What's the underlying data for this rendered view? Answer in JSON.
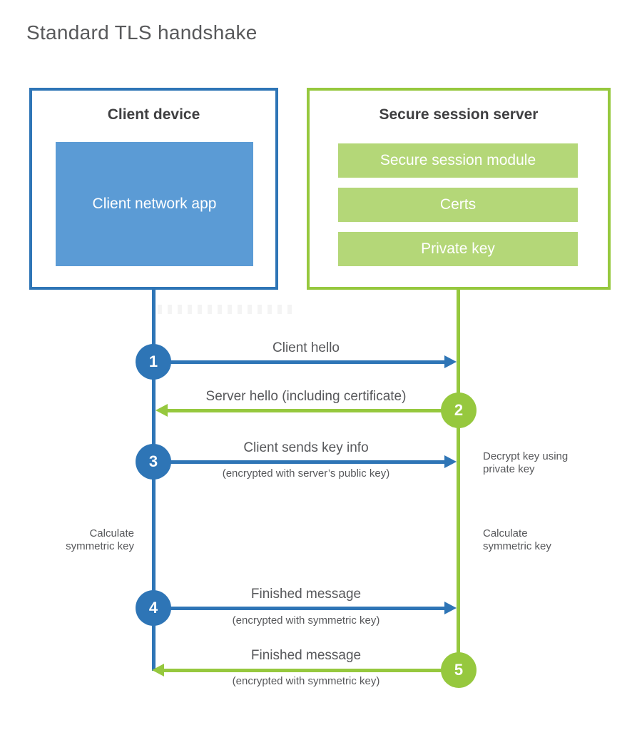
{
  "title": "Standard TLS handshake",
  "colors": {
    "blue": "#2e75b6",
    "blue_fill": "#5b9bd5",
    "green": "#96c83e",
    "green_fill": "#b4d778",
    "heading_text": "#3f3f41",
    "label_text": "#57585b",
    "white_text": "#ffffff"
  },
  "client_box": {
    "header": "Client device",
    "app_label": "Client network app"
  },
  "server_box": {
    "header": "Secure session server",
    "modules": [
      "Secure session module",
      "Certs",
      "Private key"
    ]
  },
  "steps": [
    {
      "num": "1",
      "label": "Client hello",
      "sublabel": "",
      "from": "client",
      "to": "server"
    },
    {
      "num": "2",
      "label": "Server hello (including certificate)",
      "sublabel": "",
      "from": "server",
      "to": "client"
    },
    {
      "num": "3",
      "label": "Client sends key info",
      "sublabel": "(encrypted with server’s public key)",
      "from": "client",
      "to": "server"
    },
    {
      "num": "4",
      "label": "Finished message",
      "sublabel": "(encrypted with symmetric key)",
      "from": "client",
      "to": "server"
    },
    {
      "num": "5",
      "label": "Finished message",
      "sublabel": "(encrypted with symmetric key)",
      "from": "server",
      "to": "client"
    }
  ],
  "notes": {
    "decrypt_line1": "Decrypt key using",
    "decrypt_line2": "private key",
    "calc_left_line1": "Calculate",
    "calc_left_line2": "symmetric key",
    "calc_right_line1": "Calculate",
    "calc_right_line2": "symmetric key"
  }
}
